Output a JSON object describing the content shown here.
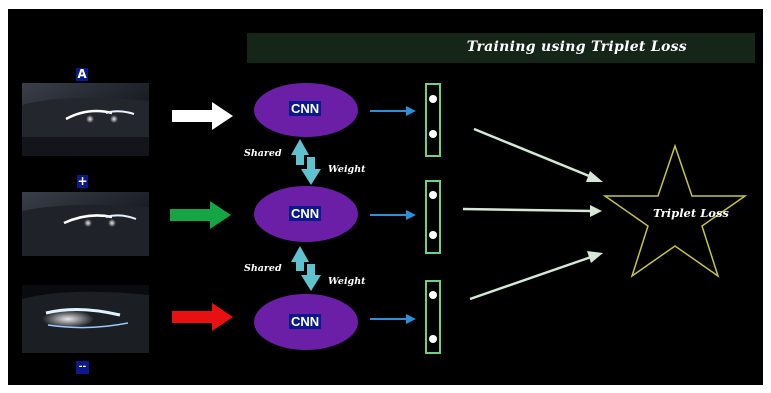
{
  "title": "Training using Triplet Loss",
  "inputs": [
    {
      "label": "A",
      "arrow_color": "#ffffff"
    },
    {
      "label": "+",
      "arrow_color": "#16a544"
    },
    {
      "label": "--",
      "arrow_color": "#e81010"
    }
  ],
  "cnn": {
    "label": "CNN",
    "fill": "#6a1fa6"
  },
  "shared_label": "Shared",
  "weight_label": "Weight",
  "loss_label": "Triplet Loss",
  "colors": {
    "background": "#000000",
    "embedding_border": "#6fd17f",
    "projection_arrow": "#2e8fd6",
    "shared_arrow": "#5fc2cf",
    "converge_arrow": "#d5e7d5",
    "star_outline": "#c5c540",
    "label_badge": "#0a1a8c"
  },
  "icons": [
    "car-headlight-image",
    "right-arrow",
    "up-arrow",
    "down-arrow",
    "star-shape"
  ]
}
